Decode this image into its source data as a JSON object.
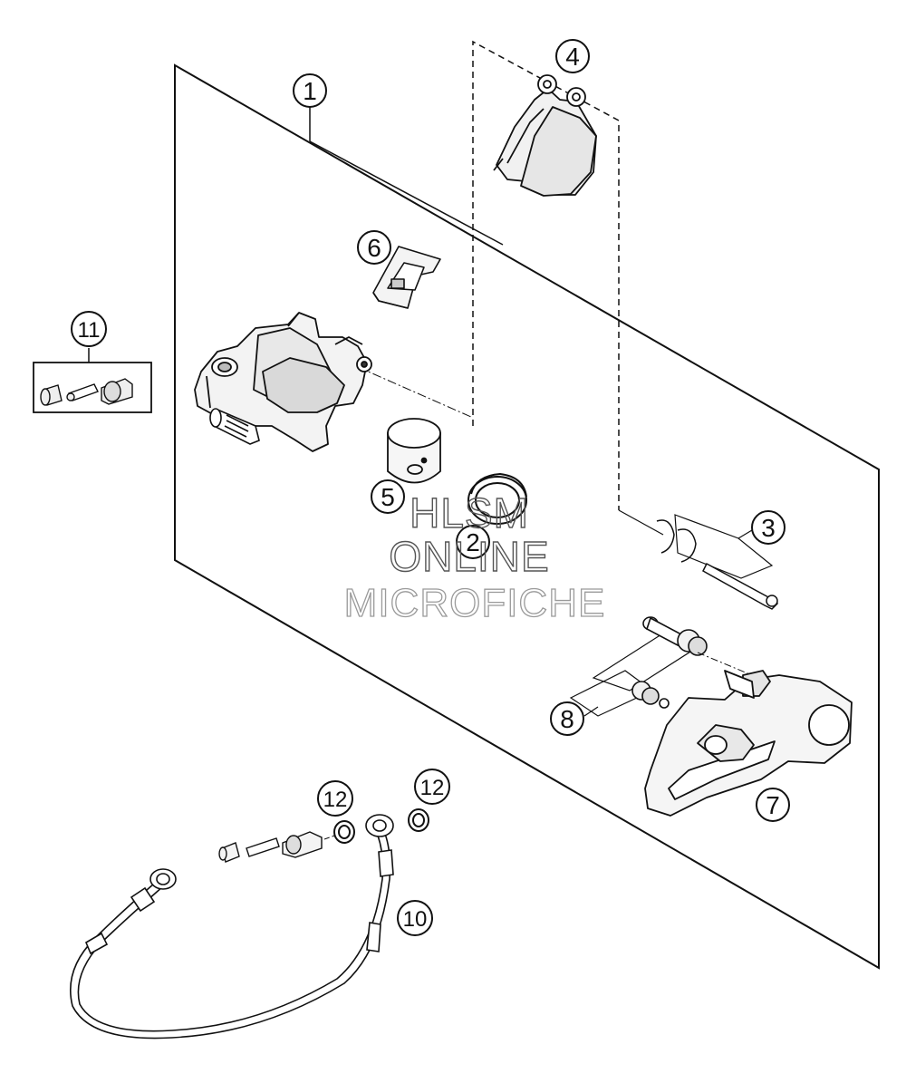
{
  "callouts": [
    "1",
    "2",
    "3",
    "4",
    "5",
    "6",
    "7",
    "8",
    "10",
    "11",
    "12",
    "12"
  ],
  "watermark": {
    "line1": "HLSM",
    "line2": "ONLINE",
    "line3": "MICROFICHE"
  },
  "colors": {
    "line": "#111111",
    "watermark": "#9a9a9a"
  }
}
